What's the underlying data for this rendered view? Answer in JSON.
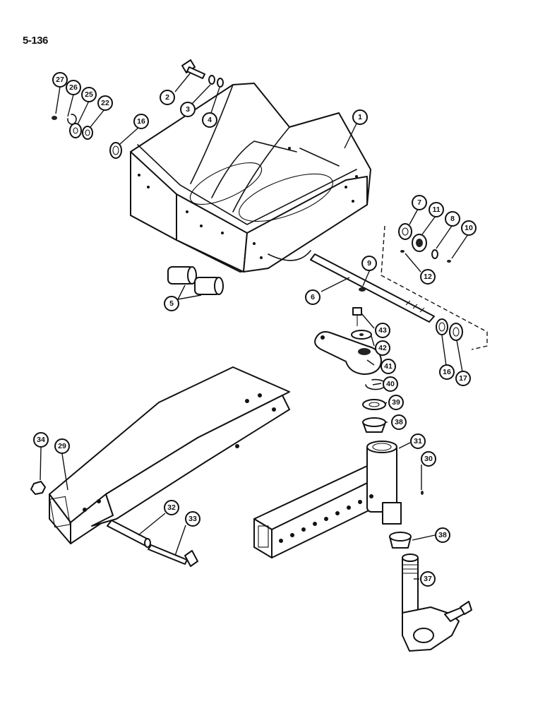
{
  "page": {
    "number": "5-136"
  },
  "callouts": [
    {
      "id": "c27",
      "label": "27"
    },
    {
      "id": "c26",
      "label": "26"
    },
    {
      "id": "c25",
      "label": "25"
    },
    {
      "id": "c22",
      "label": "22"
    },
    {
      "id": "c2",
      "label": "2"
    },
    {
      "id": "c3",
      "label": "3"
    },
    {
      "id": "c4",
      "label": "4"
    },
    {
      "id": "c16a",
      "label": "16"
    },
    {
      "id": "c1",
      "label": "1"
    },
    {
      "id": "c7",
      "label": "7"
    },
    {
      "id": "c11",
      "label": "11"
    },
    {
      "id": "c8",
      "label": "8"
    },
    {
      "id": "c10",
      "label": "10"
    },
    {
      "id": "c12",
      "label": "12"
    },
    {
      "id": "c9",
      "label": "9"
    },
    {
      "id": "c6",
      "label": "6"
    },
    {
      "id": "c5",
      "label": "5"
    },
    {
      "id": "c43",
      "label": "43"
    },
    {
      "id": "c42",
      "label": "42"
    },
    {
      "id": "c41",
      "label": "41"
    },
    {
      "id": "c16b",
      "label": "16"
    },
    {
      "id": "c17",
      "label": "17"
    },
    {
      "id": "c40",
      "label": "40"
    },
    {
      "id": "c39",
      "label": "39"
    },
    {
      "id": "c38a",
      "label": "38"
    },
    {
      "id": "c31",
      "label": "31"
    },
    {
      "id": "c30",
      "label": "30"
    },
    {
      "id": "c34",
      "label": "34"
    },
    {
      "id": "c29",
      "label": "29"
    },
    {
      "id": "c32",
      "label": "32"
    },
    {
      "id": "c33",
      "label": "33"
    },
    {
      "id": "c38b",
      "label": "38"
    },
    {
      "id": "c37",
      "label": "37"
    }
  ]
}
